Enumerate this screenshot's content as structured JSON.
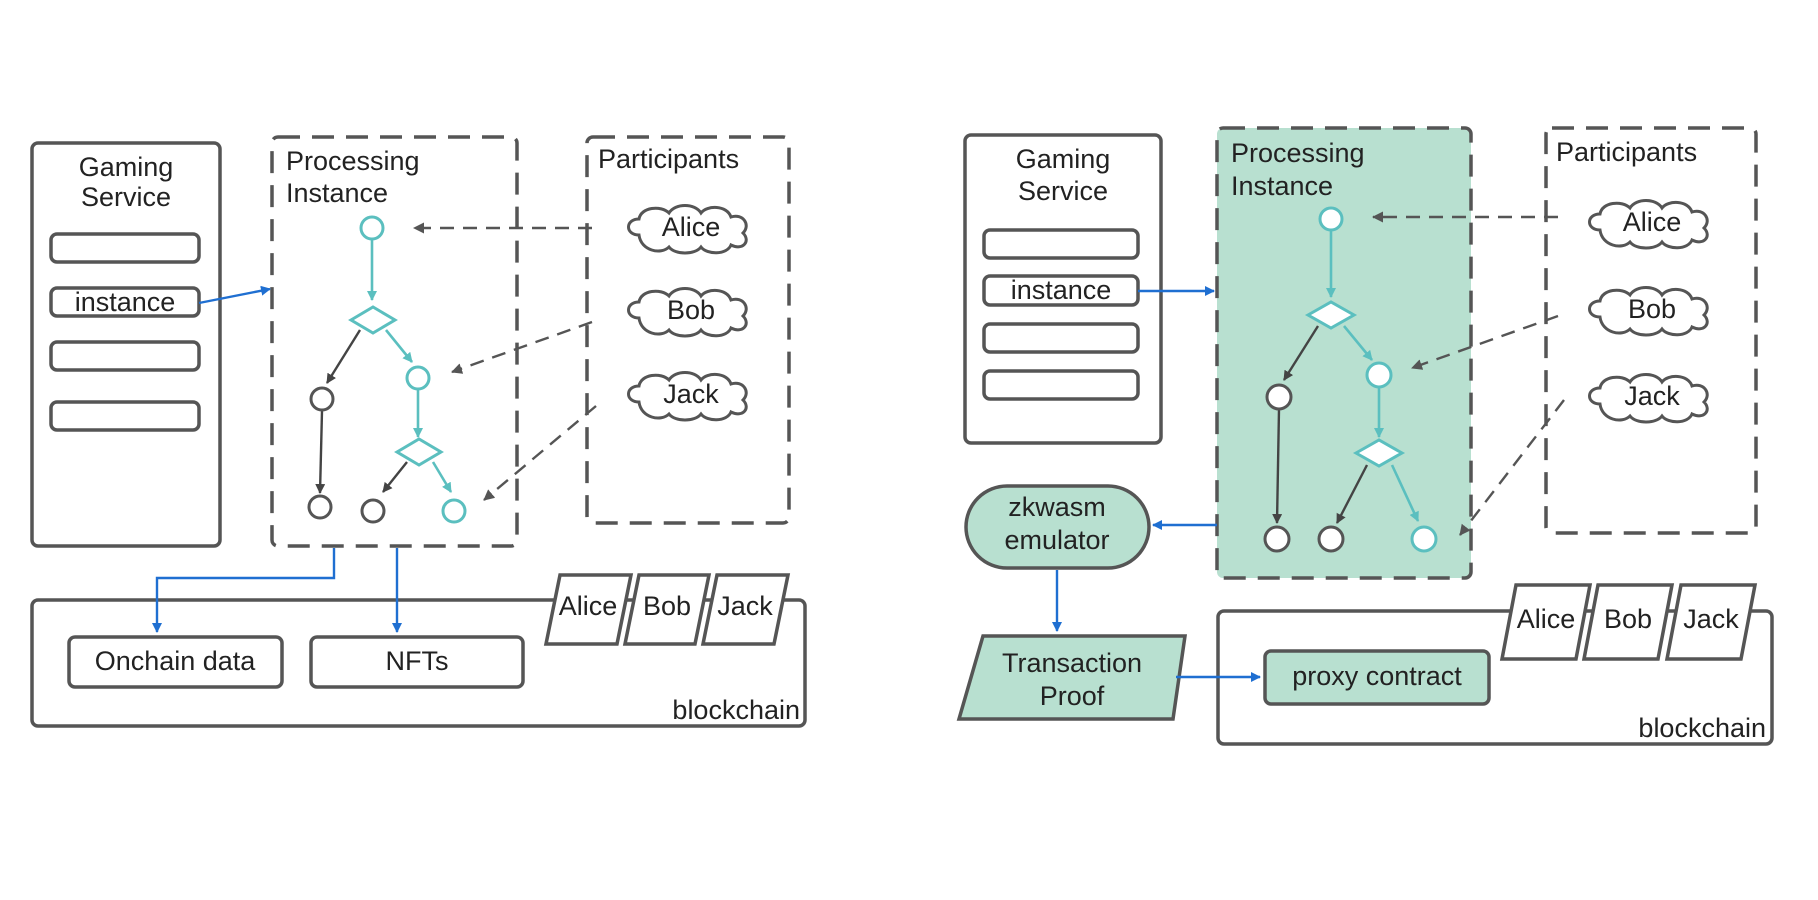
{
  "colors": {
    "accent_blue": "#1f6fd1",
    "teal": "#5bbfbf",
    "green_fill": "#b8e0d0",
    "stroke": "#555555"
  },
  "left": {
    "gaming_service": {
      "line1": "Gaming",
      "line2": "Service",
      "instance": "instance"
    },
    "processing": {
      "line1": "Processing",
      "line2": "Instance"
    },
    "participants": {
      "title": "Participants",
      "names": [
        "Alice",
        "Bob",
        "Jack"
      ]
    },
    "blockchain": {
      "label": "blockchain",
      "onchain": "Onchain data",
      "nfts": "NFTs",
      "tags": [
        "Alice",
        "Bob",
        "Jack"
      ]
    }
  },
  "right": {
    "gaming_service": {
      "line1": "Gaming",
      "line2": "Service",
      "instance": "instance"
    },
    "processing": {
      "line1": "Processing",
      "line2": "Instance"
    },
    "participants": {
      "title": "Participants",
      "names": [
        "Alice",
        "Bob",
        "Jack"
      ]
    },
    "emulator": {
      "line1": "zkwasm",
      "line2": "emulator"
    },
    "proof": {
      "line1": "Transaction",
      "line2": "Proof"
    },
    "blockchain": {
      "label": "blockchain",
      "proxy": "proxy contract",
      "tags": [
        "Alice",
        "Bob",
        "Jack"
      ]
    }
  }
}
